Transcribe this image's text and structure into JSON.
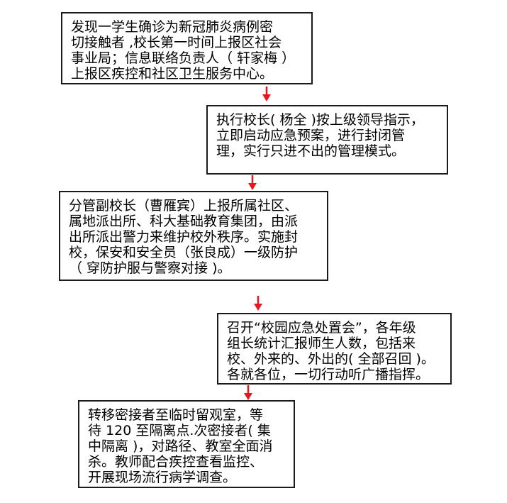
{
  "flowchart": {
    "arrow_color": "#e8171d",
    "steps": [
      {
        "lines": [
          "发现一学生确诊为新冠肺炎病例密",
          "切接触者 ,校长第一时间上报区社会",
          "事业局；信息联络负责人（ 轩家梅 ）",
          "上报区疾控和社区卫生服务中心。"
        ]
      },
      {
        "lines": [
          "执行校长( 杨全 )按上级领导指示，",
          "立即启动应急预案，进行封闭管",
          "理，实行只进不出的管理模式。"
        ]
      },
      {
        "lines": [
          "分管副校长（曹雁宾）上报所属社区、",
          "属地派出所、科大基础教育集团，由派",
          "出所派出警力来维护校外秩序。实施封",
          "校，保安和安全员（张良成）一级防护",
          "（ 穿防护服与警察对接 )。"
        ]
      },
      {
        "lines": [
          "召开“校园应急处置会”，各年级",
          "组长统计汇报师生人数，包括来",
          "校、外来的、外出的( 全部召回 )。",
          "各就各位，一切行动听广播指挥。"
        ]
      },
      {
        "lines": [
          "转移密接者至临时留观室，等",
          "待 120 至隔离点.次密接者( 集",
          "中隔离 )，对路径、教室全面消",
          "杀。教师配合疾控查看监控、",
          "开展现场流行病学调查。"
        ]
      }
    ]
  }
}
